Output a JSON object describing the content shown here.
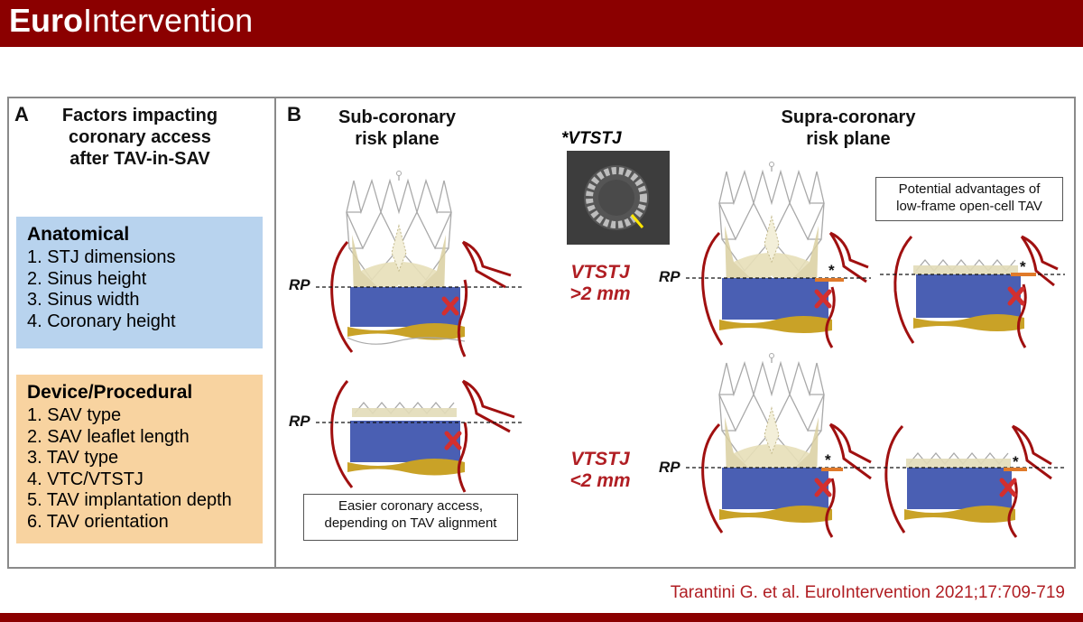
{
  "header": {
    "brand_bold": "Euro",
    "brand_regular": "Intervention"
  },
  "citation": "Tarantini G. et al. EuroIntervention 2021;17:709-719",
  "panel_a": {
    "letter": "A",
    "title_lines": [
      "Factors impacting",
      "coronary access",
      "after TAV-in-SAV"
    ],
    "anatomical": {
      "heading": "Anatomical",
      "items": [
        "1. STJ dimensions",
        "2. Sinus height",
        "3. Sinus width",
        "4. Coronary height"
      ]
    },
    "device": {
      "heading": "Device/Procedural",
      "items": [
        "1. SAV type",
        "2. SAV leaflet length",
        "3. TAV type",
        "4. VTC/VTSTJ",
        "5. TAV implantation depth",
        "6. TAV orientation"
      ]
    }
  },
  "panel_b": {
    "letter": "B",
    "sub_title_lines": [
      "Sub-coronary",
      "risk plane"
    ],
    "supra_title_lines": [
      "Supra-coronary",
      "risk plane"
    ],
    "vtstj_label": "*VTSTJ",
    "gt_lines": [
      "VTSTJ",
      ">2 mm"
    ],
    "lt_lines": [
      "VTSTJ",
      "<2 mm"
    ],
    "rp_label": "RP",
    "star": "*",
    "note_easier_lines": [
      "Easier coronary access,",
      "depending on TAV alignment"
    ],
    "note_advantages_lines": [
      "Potential advantages of",
      "low-frame open-cell TAV"
    ]
  },
  "colors": {
    "brand": "#8b0000",
    "red_text": "#b01e23",
    "anatomical_bg": "#b8d3ee",
    "device_bg": "#f8d3a0",
    "blue_block": "#4a5fb3",
    "gold": "#c9a227"
  }
}
